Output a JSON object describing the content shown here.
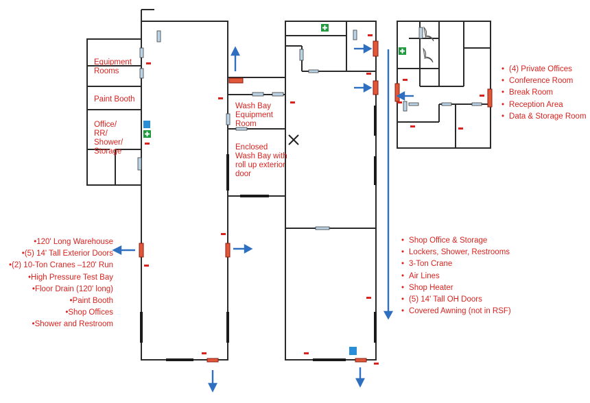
{
  "plan_labels": {
    "equipment_rooms": "Equipment Rooms",
    "paint_booth": "Paint Booth",
    "office_rr_shower_storage": "Office/ RR/ Shower/ Storage",
    "wash_bay_equipment_room": "Wash Bay Equipment Room",
    "enclosed_wash_bay": "Enclosed Wash Bay with roll up exterior door"
  },
  "warehouse_features": [
    "•120' Long Warehouse",
    "•(5) 14' Tall Exterior Doors",
    "•(2) 10-Ton Cranes –120' Run",
    "•High Pressure Test Bay",
    "•Floor Drain (120' long)",
    "•Paint Booth",
    "•Shop Offices",
    "•Shower and Restroom"
  ],
  "shop_features": [
    "•",
    "Shop Office & Storage",
    "•",
    "Lockers, Shower, Restrooms",
    "•",
    "3-Ton Crane",
    "•",
    "Air Lines",
    "•",
    "Shop Heater",
    "•",
    "(5) 14' Tall OH Doors",
    "•",
    "Covered Awning (not in RSF)"
  ],
  "office_features": [
    "•",
    "(4) Private Offices",
    "•",
    "Conference Room",
    "•",
    "Break Room",
    "•",
    "Reception Area",
    "•",
    "Data & Storage Room"
  ],
  "colors": {
    "text_red": "#d8231f",
    "wall": "#2a2a2a",
    "arrow_blue": "#2f6fbf",
    "exit_green": "#1f9a3f",
    "info_blue": "#2a8fd6"
  },
  "icons": [
    "first-aid-icon",
    "restroom-icon",
    "fire-extinguisher-icon",
    "fan-icon",
    "arrow-icon"
  ]
}
